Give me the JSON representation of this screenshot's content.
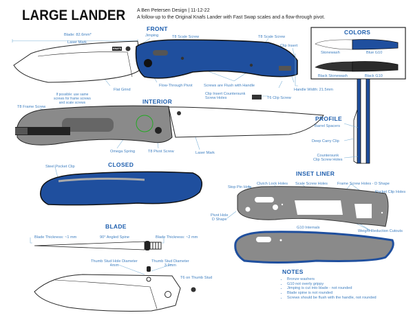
{
  "header": {
    "title": "LARGE LANDER",
    "byline": "A Ben Petersen Design  |  11-12-22",
    "description": "A follow-up to the Original Knafs Lander with Fast Swap scales and a flow-through pivot."
  },
  "front": {
    "heading": "FRONT",
    "blade_length": "Blade: 82.6mm*",
    "jimping": "Jimping",
    "laser_mark": "Laser Mark",
    "scale_screw_1": "T8 Scale Screw",
    "scale_screw_2": "T8 Scale Screw",
    "clip_insert": "Clip Insert",
    "flat_grind": "Flat Grind",
    "flow_pivot": "Flow-Through Pivot",
    "screws_flush": "Screws are Flush with Handle",
    "handle_width": "Handle Width: 21.5mm",
    "countersunk_1": "Clip Insert Countersunk",
    "countersunk_2": "Screw Holes",
    "clip_screw": "T6 Clip Screw",
    "logo": "KNAFS"
  },
  "interior": {
    "heading": "INTERIOR",
    "note": [
      "If possible: use same",
      "screws for frame screws",
      "and scale screws"
    ],
    "frame_screw": "T8 Frame Screw",
    "omega_spring": "Omega Spring",
    "pivot_screw": "T8 Pivot Screw",
    "laser_mark": "Laser Mark"
  },
  "closed": {
    "heading": "CLOSED",
    "pocket_clip": "Steel Pocket Clip"
  },
  "blade": {
    "heading": "BLADE",
    "thickness_tip": "Blade Thickness: ~1 mm",
    "spine": "90° Angled Spine",
    "thickness_spine": "Blade Thickness: ~2 mm",
    "stud_hole_1": "Thumb Stud Hole Diameter",
    "stud_hole_2": "4mm",
    "stud_1": "Thumb Stud Diameter",
    "stud_2": "3.9mm",
    "t6_stud": "T6 on Thumb Stud"
  },
  "colors": {
    "heading": "COLORS",
    "options": [
      "Stonewash",
      "Blue G10",
      "Black Stonewash",
      "Black G10"
    ],
    "blue": "#1f4f9e",
    "black": "#2a2a2a"
  },
  "profile": {
    "heading": "PROFILE",
    "barrel": "Barrel Spacers",
    "clip": "Deep Carry Clip",
    "countersunk_1": "Countersunk",
    "countersunk_2": "Clip Screw Holes"
  },
  "inset_liner": {
    "heading": "INSET LINER",
    "stop_pin": "Stop Pin Hole",
    "clutch": "Clutch Lock Holes",
    "scale_holes": "Scale Screw Holes",
    "frame_holes": "Frame Screw Holes - D Shape",
    "clip_holes": "Pocket Clip Holes",
    "pivot_1": "Pivot Hole",
    "pivot_2": "D Shape",
    "g10": "G10 Internals",
    "cutouts": "Weight Reduction Cutouts"
  },
  "notes": {
    "heading": "NOTES",
    "items": [
      "Bronze washers",
      "G10 not overly grippy",
      "Jimping is cut into blade - not rounded",
      "Blade spine is not rounded",
      "Screws should be flush with the handle, not rounded"
    ]
  }
}
